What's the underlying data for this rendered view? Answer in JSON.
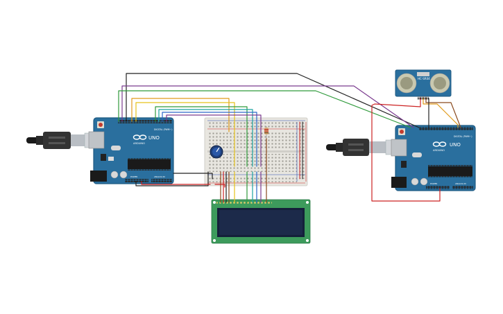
{
  "arduino_left": {
    "brand": "ARDUINO",
    "model": "UNO",
    "digital_label": "DIGITAL (PWM~)",
    "power_label": "POWER",
    "analog_label": "ANALOG IN"
  },
  "arduino_right": {
    "brand": "ARDUINO",
    "model": "UNO",
    "digital_label": "DIGITAL (PWM~)",
    "power_label": "POWER",
    "analog_label": "ANALOG IN"
  },
  "sensor": {
    "label": "HC-SR04"
  },
  "colors": {
    "board": "#2a6f9e",
    "board_edge": "#1f5a82",
    "breadboard": "#e8e6e0",
    "lcd_pcb": "#3d9b5c",
    "lcd_screen": "#1c2a4a",
    "wire_black": "#222222",
    "wire_purple": "#7a3a8e",
    "wire_green": "#2f9a3b",
    "wire_orange": "#e09a1a",
    "wire_yellow": "#e6c21a",
    "wire_teal": "#1aa3a0",
    "wire_blue": "#2a68c8",
    "wire_red": "#cc2222",
    "wire_brown": "#8a4a1e"
  }
}
